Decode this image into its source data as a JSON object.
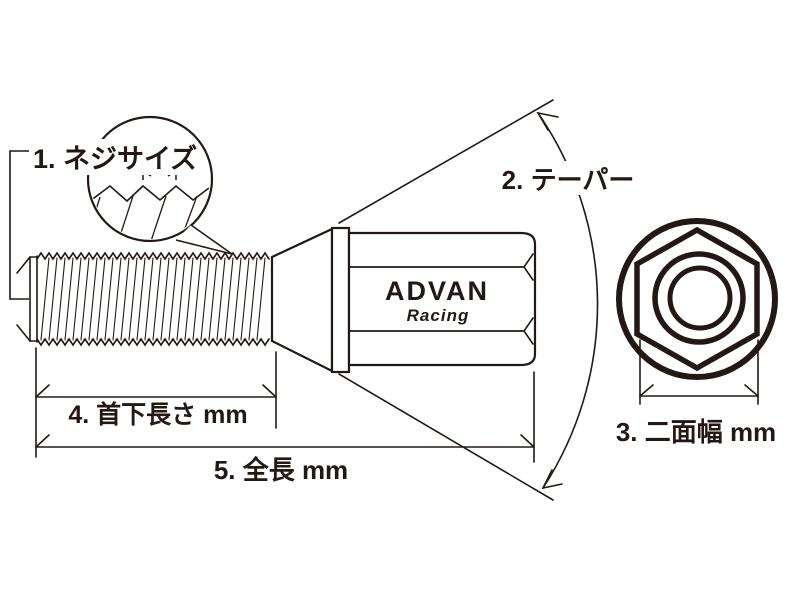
{
  "diagram": {
    "ink_color": "#231815",
    "background_color": "#ffffff",
    "labels": {
      "thread_size": "1. ネジサイズ",
      "taper": "2. テーパー",
      "width_across_flats": "3. 二面幅 mm",
      "under_head_length": "4. 首下長さ mm",
      "overall_length": "5. 全長 mm"
    },
    "logo": {
      "brand": "ADVAN",
      "series": "Racing"
    }
  }
}
